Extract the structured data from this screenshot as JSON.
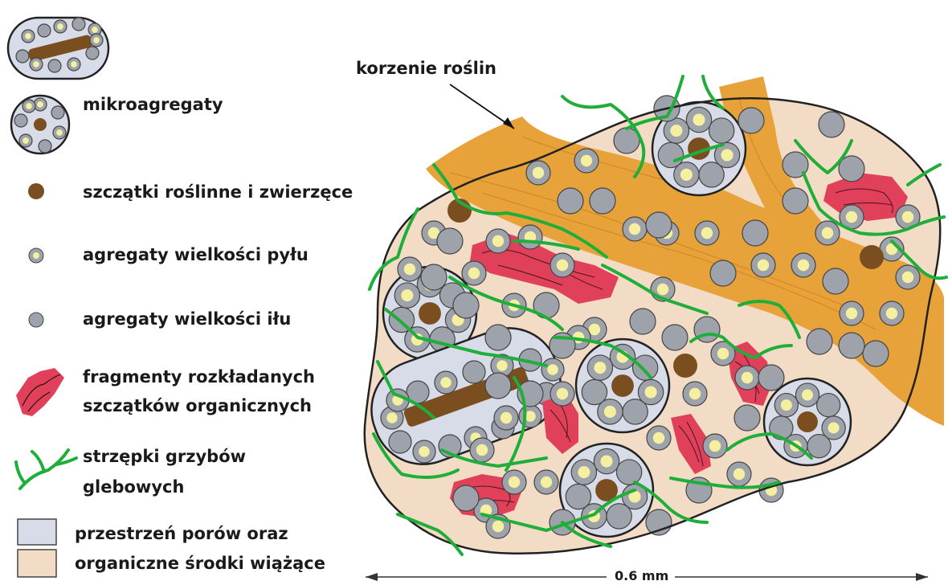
{
  "legend": {
    "microaggregates": "mikroagregaty",
    "plant_animal_remains": "szczątki roślinne i zwierzęce",
    "silt_aggregates": "agregaty wielkości pyłu",
    "clay_aggregates": "agregaty wielkości iłu",
    "organic_fragments_line1": "fragmenty rozkładanych",
    "organic_fragments_line2": "szczątków organicznych",
    "hyphae_line1": "strzępki grzybów",
    "hyphae_line2": "glebowych",
    "pore_space": "przestrzeń porów oraz",
    "binding_agents": "organiczne środki wiążące"
  },
  "diagram": {
    "root_label": "korzenie roślin",
    "scale_label": "0.6 mm"
  },
  "colors": {
    "aggregate_fill": "#f3dcc6",
    "root": "#e8a23a",
    "root_edge": "#c27a1e",
    "micro_bg": "#d7dce8",
    "clay": "#9ea3ab",
    "silt_ring": "#9ea3ab",
    "silt_core": "#f4f0a0",
    "remains": "#7a4e1e",
    "organic_red": "#e0405a",
    "hyphae": "#1fae3a",
    "outline": "#222222"
  }
}
